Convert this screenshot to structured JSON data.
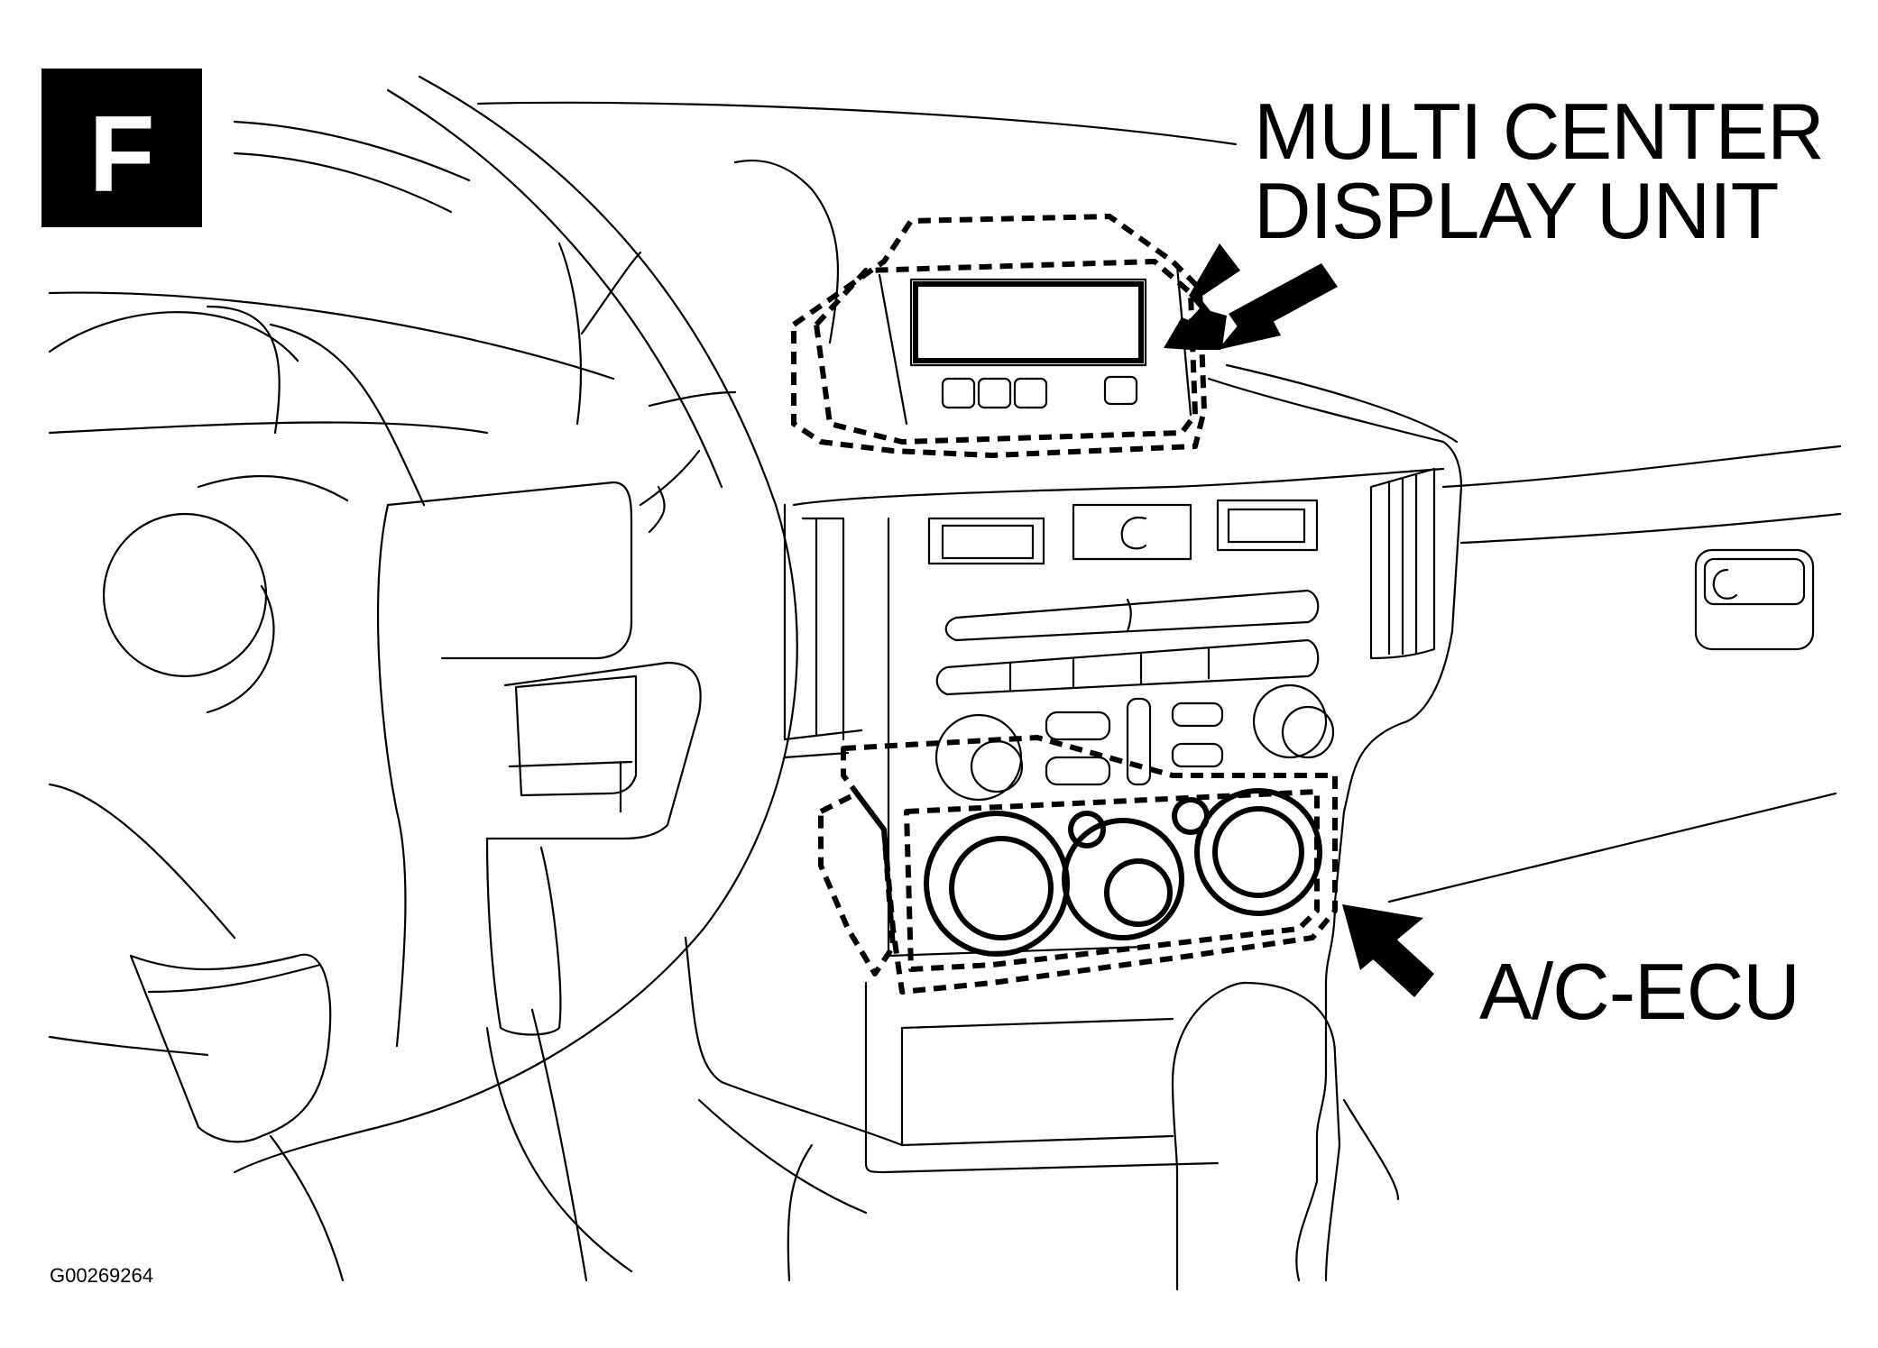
{
  "figure_letter": "F",
  "callouts": {
    "multi_center_line1": "MULTI CENTER",
    "multi_center_line2": "DISPLAY UNIT",
    "ac_ecu": "A/C-ECU"
  },
  "figure_code": "G00269264"
}
